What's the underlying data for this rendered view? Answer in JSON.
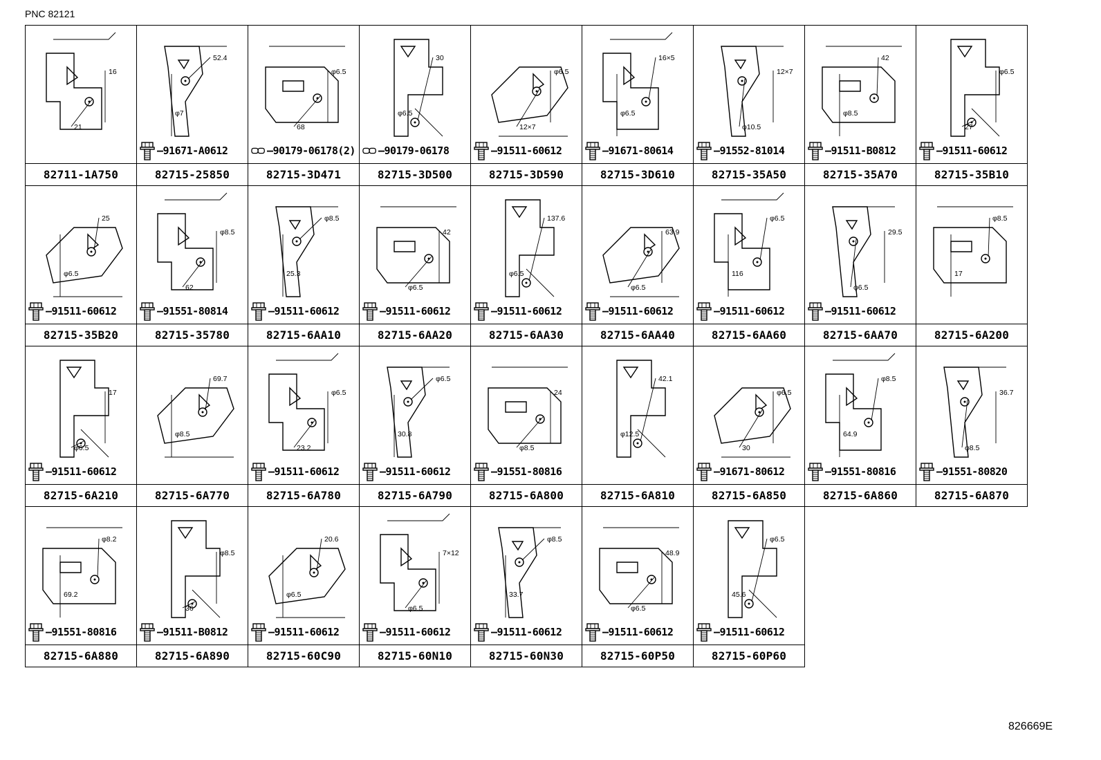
{
  "header": {
    "pnc": "PNC 82121"
  },
  "footer": {
    "diagram_id": "826669E"
  },
  "rows": [
    [
      {
        "part": "82711-1A750",
        "bolt": "",
        "bolt_type": "none",
        "dims": [
          "16",
          "21"
        ]
      },
      {
        "part": "82715-25850",
        "bolt": "91671-A0612",
        "bolt_type": "bolt",
        "dims": [
          "52.4",
          "φ7"
        ]
      },
      {
        "part": "82715-3D471",
        "bolt": "90179-06178(2)",
        "bolt_type": "nut",
        "dims": [
          "φ6.5",
          "68"
        ]
      },
      {
        "part": "82715-3D500",
        "bolt": "90179-06178",
        "bolt_type": "nut",
        "dims": [
          "30",
          "φ6.5"
        ]
      },
      {
        "part": "82715-3D590",
        "bolt": "91511-60612",
        "bolt_type": "bolt",
        "dims": [
          "φ6.5",
          "12×7"
        ]
      },
      {
        "part": "82715-3D610",
        "bolt": "91671-80614",
        "bolt_type": "bolt",
        "dims": [
          "16×5",
          "φ6.5"
        ]
      },
      {
        "part": "82715-35A50",
        "bolt": "91552-81014",
        "bolt_type": "bolt",
        "dims": [
          "12×7",
          "φ10.5"
        ]
      },
      {
        "part": "82715-35A70",
        "bolt": "91511-B0812",
        "bolt_type": "bolt",
        "dims": [
          "42",
          "φ8.5"
        ]
      },
      {
        "part": "82715-35B10",
        "bolt": "91511-60612",
        "bolt_type": "bolt",
        "dims": [
          "φ6.5",
          "27"
        ]
      }
    ],
    [
      {
        "part": "82715-35B20",
        "bolt": "91511-60612",
        "bolt_type": "bolt",
        "dims": [
          "25",
          "φ6.5"
        ]
      },
      {
        "part": "82715-35780",
        "bolt": "91551-80814",
        "bolt_type": "bolt",
        "dims": [
          "φ8.5",
          "62"
        ]
      },
      {
        "part": "82715-6AA10",
        "bolt": "91511-60612",
        "bolt_type": "bolt",
        "dims": [
          "φ8.5",
          "25.3"
        ]
      },
      {
        "part": "82715-6AA20",
        "bolt": "91511-60612",
        "bolt_type": "bolt",
        "dims": [
          "42",
          "φ6.5"
        ]
      },
      {
        "part": "82715-6AA30",
        "bolt": "91511-60612",
        "bolt_type": "bolt",
        "dims": [
          "137.6",
          "φ6.5"
        ]
      },
      {
        "part": "82715-6AA40",
        "bolt": "91511-60612",
        "bolt_type": "bolt",
        "dims": [
          "63.9",
          "φ6.5"
        ]
      },
      {
        "part": "82715-6AA60",
        "bolt": "91511-60612",
        "bolt_type": "bolt",
        "dims": [
          "φ6.5",
          "116"
        ]
      },
      {
        "part": "82715-6AA70",
        "bolt": "91511-60612",
        "bolt_type": "bolt",
        "dims": [
          "29.5",
          "φ6.5"
        ]
      },
      {
        "part": "82715-6A200",
        "bolt": "",
        "bolt_type": "none",
        "dims": [
          "φ8.5",
          "17"
        ]
      }
    ],
    [
      {
        "part": "82715-6A210",
        "bolt": "91511-60612",
        "bolt_type": "bolt",
        "dims": [
          "17",
          "φ6.5"
        ]
      },
      {
        "part": "82715-6A770",
        "bolt": "",
        "bolt_type": "none",
        "dims": [
          "69.7",
          "φ8.5"
        ]
      },
      {
        "part": "82715-6A780",
        "bolt": "91511-60612",
        "bolt_type": "bolt",
        "dims": [
          "φ6.5",
          "23.2"
        ]
      },
      {
        "part": "82715-6A790",
        "bolt": "91511-60612",
        "bolt_type": "bolt",
        "dims": [
          "φ6.5",
          "30.8"
        ]
      },
      {
        "part": "82715-6A800",
        "bolt": "91551-80816",
        "bolt_type": "bolt",
        "dims": [
          "24",
          "φ8.5"
        ]
      },
      {
        "part": "82715-6A810",
        "bolt": "",
        "bolt_type": "none",
        "dims": [
          "42.1",
          "φ12.5"
        ]
      },
      {
        "part": "82715-6A850",
        "bolt": "91671-80612",
        "bolt_type": "bolt",
        "dims": [
          "φ6.5",
          "30"
        ]
      },
      {
        "part": "82715-6A860",
        "bolt": "91551-80816",
        "bolt_type": "bolt",
        "dims": [
          "φ8.5",
          "64.9"
        ]
      },
      {
        "part": "82715-6A870",
        "bolt": "91551-80820",
        "bolt_type": "bolt",
        "dims": [
          "36.7",
          "φ8.5"
        ]
      }
    ],
    [
      {
        "part": "82715-6A880",
        "bolt": "91551-80816",
        "bolt_type": "bolt",
        "dims": [
          "φ8.2",
          "69.2"
        ]
      },
      {
        "part": "82715-6A890",
        "bolt": "91511-B0812",
        "bolt_type": "bolt",
        "dims": [
          "φ8.5",
          "36"
        ]
      },
      {
        "part": "82715-60C90",
        "bolt": "91511-60612",
        "bolt_type": "bolt",
        "dims": [
          "20.6",
          "φ6.5"
        ]
      },
      {
        "part": "82715-60N10",
        "bolt": "91511-60612",
        "bolt_type": "bolt",
        "dims": [
          "7×12",
          "φ6.5"
        ]
      },
      {
        "part": "82715-60N30",
        "bolt": "91511-60612",
        "bolt_type": "bolt",
        "dims": [
          "φ8.5",
          "33.7"
        ]
      },
      {
        "part": "82715-60P50",
        "bolt": "91511-60612",
        "bolt_type": "bolt",
        "dims": [
          "48.9",
          "φ6.5"
        ]
      },
      {
        "part": "82715-60P60",
        "bolt": "91511-60612",
        "bolt_type": "bolt",
        "dims": [
          "φ6.5",
          "45.6"
        ]
      }
    ]
  ]
}
